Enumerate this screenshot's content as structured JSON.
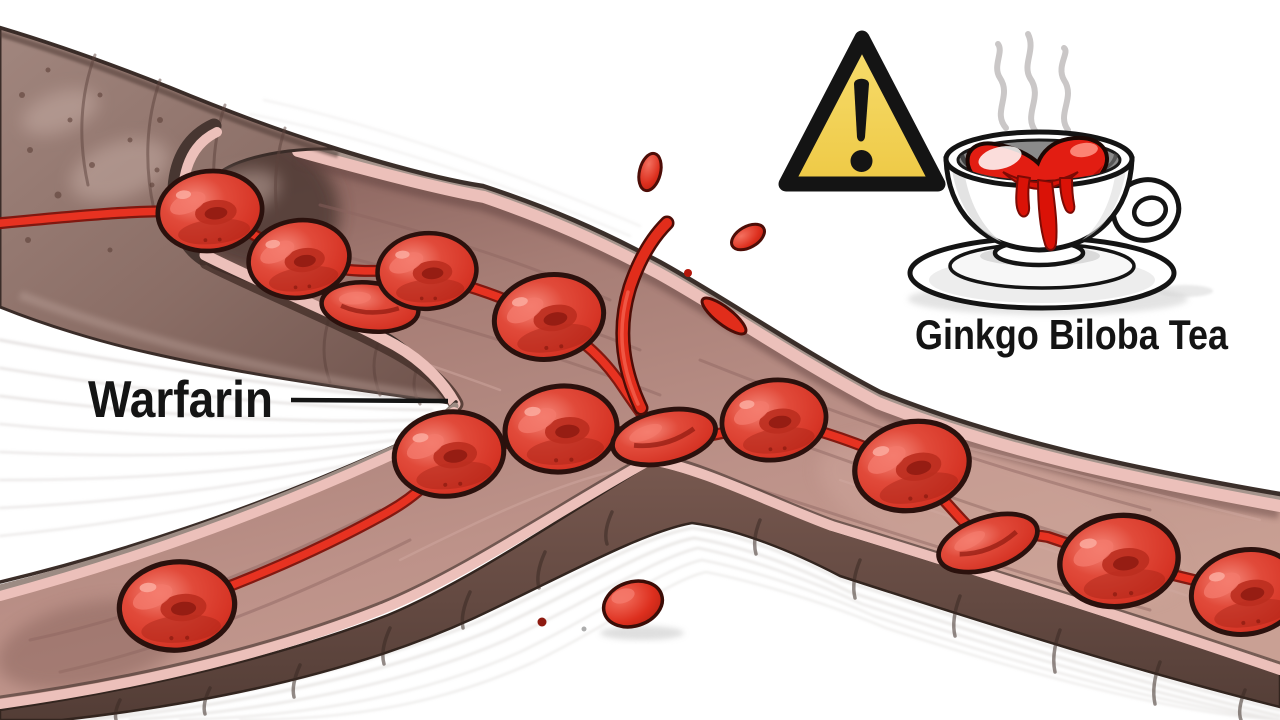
{
  "page": {
    "title": "Warfarin and Ginkgo Biloba Tea blood-thinning interaction illustration",
    "background": "#ffffff"
  },
  "labels": {
    "warfarin": "Warfarin",
    "ginkgo": "Ginkgo Biloba Tea"
  },
  "icons": {
    "warning_triangle": {
      "name": "warning-triangle-icon",
      "glyph": "!",
      "fill": "#f3d45c",
      "border": "#141414"
    },
    "teacup_heart": {
      "name": "teacup-heart-icon"
    },
    "steam": {
      "name": "steam-icon"
    }
  },
  "colors": {
    "background": "#ffffff",
    "blood_red": "#d63425",
    "thread_red": "#e73221",
    "vessel_outer_wall": "#8a6d65",
    "vessel_bottom_wall": "#5f463f",
    "lumen_mauve": "#a87f78",
    "lining_pink": "#ecc0ba",
    "warning_yellow": "#f3d45c",
    "ink_black": "#141414"
  },
  "scene": {
    "red_blood_cell_count": 15,
    "vessel_branch_count": 3,
    "droplet_count": 6,
    "bleeding": true
  }
}
